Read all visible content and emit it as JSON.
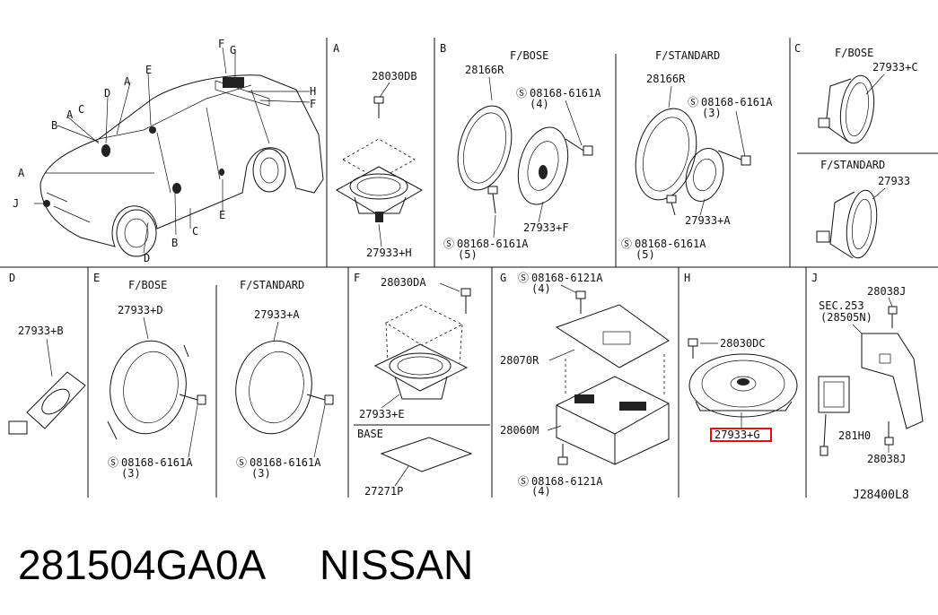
{
  "part_number": "281504GA0A",
  "brand": "NISSAN",
  "diagram_code": "J28400L8",
  "highlighted_part": "27933+G",
  "highlight_color": "#e01010",
  "car_labels": [
    "F",
    "G",
    "H",
    "F",
    "E",
    "D",
    "A",
    "A",
    "C",
    "B",
    "A",
    "J",
    "B",
    "C",
    "D",
    "E"
  ],
  "sections": {
    "A": {
      "letter": "A",
      "part1": "28030DB",
      "part2": "27933+H"
    },
    "B": {
      "letter": "B",
      "bose_title": "F/BOSE",
      "std_title": "F/STANDARD",
      "bose_ring": "28166R",
      "bose_bolt": "08168-6161A",
      "bose_bolt_qty": "(4)",
      "bose_speaker": "27933+F",
      "bose_screw": "08168-6161A",
      "bose_screw_qty": "(5)",
      "std_ring": "28166R",
      "std_bolt": "08168-6161A",
      "std_bolt_qty": "(3)",
      "std_speaker": "27933+A",
      "std_screw": "08168-6161A",
      "std_screw_qty": "(5)"
    },
    "C": {
      "letter": "C",
      "bose_title": "F/BOSE",
      "bose_part": "27933+C",
      "std_title": "F/STANDARD",
      "std_part": "27933"
    },
    "D": {
      "letter": "D",
      "part": "27933+B"
    },
    "E": {
      "letter": "E",
      "bose_title": "F/BOSE",
      "std_title": "F/STANDARD",
      "bose_part": "27933+D",
      "bose_screw": "08168-6161A",
      "bose_qty": "(3)",
      "std_part": "27933+A",
      "std_screw": "08168-6161A",
      "std_qty": "(3)"
    },
    "F": {
      "letter": "F",
      "part1": "28030DA",
      "part2": "27933+E",
      "base_title": "BASE",
      "base_part": "27271P"
    },
    "G": {
      "letter": "G",
      "top_bolt": "08168-6121A",
      "top_qty": "(4)",
      "bracket": "28070R",
      "amp": "28060M",
      "bottom_bolt": "08168-6121A",
      "bottom_qty": "(4)"
    },
    "H": {
      "letter": "H",
      "bolt": "28030DC",
      "speaker": "27933+G"
    },
    "J": {
      "letter": "J",
      "bolt_top": "28038J",
      "sec_ref": "SEC.253",
      "sec_part": "(28505N)",
      "unit": "281H0",
      "bolt_bottom": "28038J"
    }
  }
}
